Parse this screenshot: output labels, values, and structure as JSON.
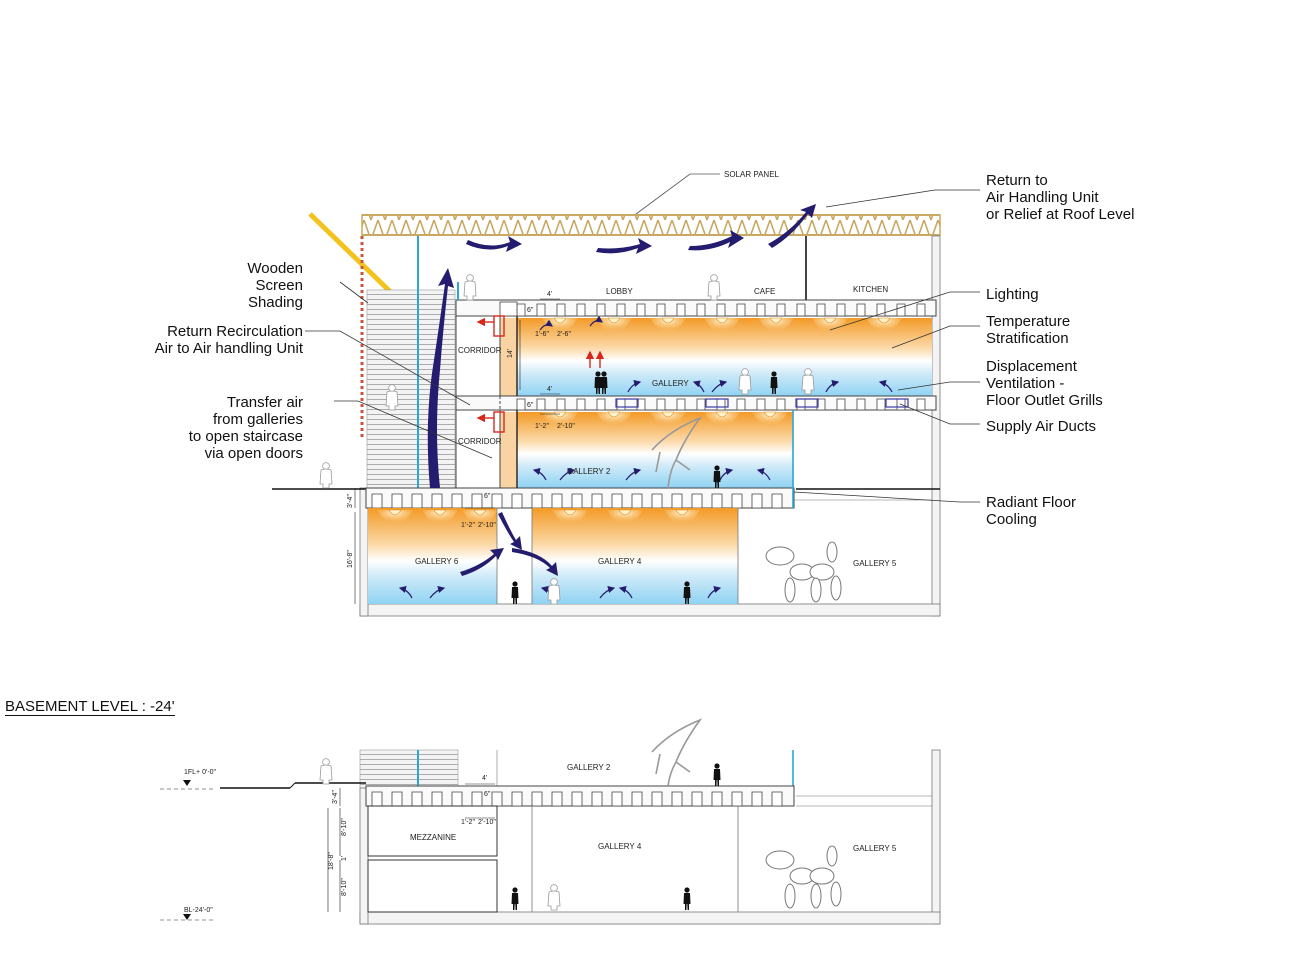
{
  "callouts": {
    "return_to_ahu": [
      "Return to",
      "Air Handling Unit",
      "or Relief at Roof Level"
    ],
    "wooden_screen": [
      "Wooden",
      "Screen",
      "Shading"
    ],
    "return_recirc": [
      "Return Recirculation",
      "Air to Air handling Unit"
    ],
    "transfer_air": [
      "Transfer air",
      "from galleries",
      "to open staircase",
      "via open doors"
    ],
    "lighting": [
      "Lighting"
    ],
    "temp_strat": [
      "Temperature",
      "Stratification"
    ],
    "displacement": [
      "Displacement",
      "Ventilation -",
      "Floor Outlet Grills"
    ],
    "supply_ducts": [
      "Supply Air Ducts"
    ],
    "radiant": [
      "Radiant Floor",
      "Cooling"
    ]
  },
  "labels": {
    "solar_panel": "SOLAR PANEL",
    "lobby": "LOBBY",
    "cafe": "CAFE",
    "kitchen": "KITCHEN",
    "corridor": "CORRIDOR",
    "gallery": "GALLERY",
    "gallery2": "GALLERY 2",
    "gallery4": "GALLERY 4",
    "gallery5": "GALLERY 5",
    "gallery6": "GALLERY 6",
    "mezzanine": "MEZZANINE"
  },
  "dims": {
    "d4": "4'",
    "d6": "6\"",
    "d1_6": "1'-6\"",
    "d2_6": "2'-6\"",
    "d1_2": "1'-2\"",
    "d2_10": "2'-10\"",
    "d14": "14'",
    "d3_4": "3'-4\"",
    "d16_8": "16'-8\"",
    "d8_10": "8'-10\"",
    "d18_8": "18'-8\"",
    "d1": "1'",
    "fl1": "1FL+ 0'-0\"",
    "bl": "BL-24'-0\""
  },
  "basement_title": "BASEMENT LEVEL : -24'",
  "colors": {
    "warm": "#f39a26",
    "cool": "#8fd3f3",
    "arrow": "#241c6e",
    "glass": "#2aa7d6",
    "return": "#d8281e"
  }
}
